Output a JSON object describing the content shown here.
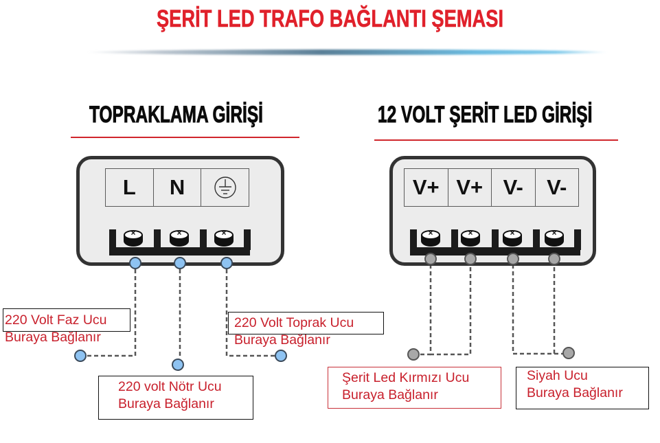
{
  "title": "ŞERİT LED TRAFO BAĞLANTI ŞEMASI",
  "colors": {
    "title_red": "#e0212b",
    "note_red": "#c8202c",
    "input_terminal_dot": "#8ec3f2",
    "output_terminal_dot": "#a8a8a8",
    "box_fill": "#ececec",
    "box_border": "#333333"
  },
  "input_section": {
    "heading": "TOPRAKLAMA GİRİŞİ",
    "terminals": [
      {
        "label": "L",
        "icon": null
      },
      {
        "label": "N",
        "icon": null
      },
      {
        "label": "",
        "icon": "ground-icon"
      }
    ],
    "notes": [
      {
        "line1": "220 Volt Faz Ucu",
        "line2": "Buraya Bağlanır"
      },
      {
        "line1": "220 volt Nötr Ucu",
        "line2": "Buraya Bağlanır"
      },
      {
        "line1": "220 Volt Toprak Ucu",
        "line2": "Buraya Bağlanır"
      }
    ]
  },
  "output_section": {
    "heading": "12 VOLT ŞERİT LED GİRİŞİ",
    "terminals": [
      {
        "label": "V+"
      },
      {
        "label": "V+"
      },
      {
        "label": "V-"
      },
      {
        "label": "V-"
      }
    ],
    "notes": [
      {
        "line1": "Şerit Led Kırmızı Ucu",
        "line2": "Buraya Bağlanır"
      },
      {
        "line1": "Siyah Ucu",
        "line2": "Buraya Bağlanır"
      }
    ]
  }
}
